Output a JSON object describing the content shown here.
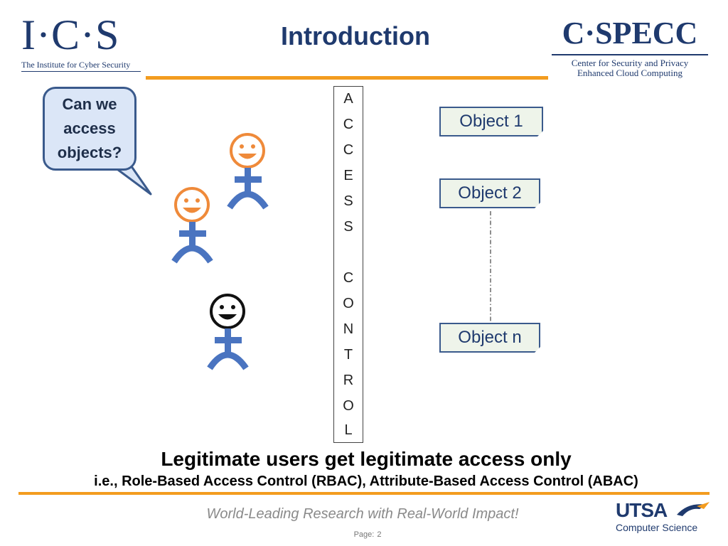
{
  "header": {
    "ics_mark": "I·C·S",
    "ics_subtitle": "The Institute for Cyber Security",
    "title": "Introduction",
    "cspecc_mark": "C·SPECC",
    "cspecc_line1": "Center for Security and Privacy",
    "cspecc_line2": "Enhanced Cloud Computing"
  },
  "bubble": {
    "text": "Can we access objects?"
  },
  "access_control": {
    "letters": [
      "A",
      "C",
      "C",
      "E",
      "S",
      "S",
      "",
      "C",
      "O",
      "N",
      "T",
      "R",
      "O",
      "L"
    ]
  },
  "objects": [
    "Object 1",
    "Object 2",
    "Object n"
  ],
  "body": {
    "tagline": "Legitimate users get legitimate access only",
    "subline": "i.e., Role-Based Access Control (RBAC), Attribute-Based Access Control (ABAC)"
  },
  "footer": {
    "slogan": "World-Leading Research with Real-World Impact!",
    "page_label": "Page:",
    "page_number": "2",
    "utsa_mark": "UTSA",
    "utsa_sub": "Computer Science"
  },
  "colors": {
    "accent_orange": "#f39c1f",
    "navy": "#1f3a6e",
    "figure_blue": "#4a74c0",
    "face_orange": "#ef8a3a"
  }
}
